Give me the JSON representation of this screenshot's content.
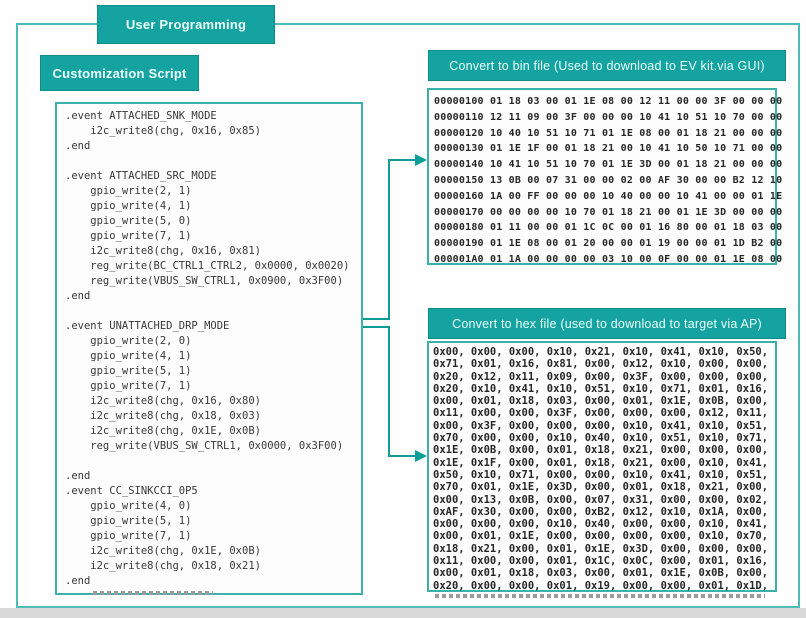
{
  "header": {
    "title": "User Programming"
  },
  "script": {
    "label": "Customization Script",
    "lines": [
      ".event ATTACHED_SNK_MODE",
      "    i2c_write8(chg, 0x16, 0x85)",
      ".end",
      "",
      ".event ATTACHED_SRC_MODE",
      "    gpio_write(2, 1)",
      "    gpio_write(4, 1)",
      "    gpio_write(5, 0)",
      "    gpio_write(7, 1)",
      "    i2c_write8(chg, 0x16, 0x81)",
      "    reg_write(BC_CTRL1_CTRL2, 0x0000, 0x0020)",
      "    reg_write(VBUS_SW_CTRL1, 0x0900, 0x3F00)",
      ".end",
      "",
      ".event UNATTACHED_DRP_MODE",
      "    gpio_write(2, 0)",
      "    gpio_write(4, 1)",
      "    gpio_write(5, 1)",
      "    gpio_write(7, 1)",
      "    i2c_write8(chg, 0x16, 0x80)",
      "    i2c_write8(chg, 0x18, 0x03)",
      "    i2c_write8(chg, 0x1E, 0x0B)",
      "    reg_write(VBUS_SW_CTRL1, 0x0000, 0x3F00)",
      "",
      ".end",
      ".event CC_SINKCCI_0P5",
      "    gpio_write(4, 0)",
      "    gpio_write(5, 1)",
      "    gpio_write(7, 1)",
      "    i2c_write8(chg, 0x1E, 0x0B)",
      "    i2c_write8(chg, 0x18, 0x21)",
      ".end"
    ]
  },
  "bin": {
    "banner": "Convert to bin file (Used to download to EV kit.via GUI)",
    "lines": [
      "00000100 01 18 03 00 01 1E 08 00 12 11 00 00 3F 00 00 00",
      "00000110 12 11 09 00 3F 00 00 00 10 41 10 51 10 70 00 00",
      "00000120 10 40 10 51 10 71 01 1E 08 00 01 18 21 00 00 00",
      "00000130 01 1E 1F 00 01 18 21 00 10 41 10 50 10 71 00 00",
      "00000140 10 41 10 51 10 70 01 1E 3D 00 01 18 21 00 00 00",
      "00000150 13 0B 00 07 31 00 00 02 00 AF 30 00 00 B2 12 10",
      "00000160 1A 00 FF 00 00 00 10 40 00 00 10 41 00 00 01 1E",
      "00000170 00 00 00 00 10 70 01 18 21 00 01 1E 3D 00 00 00",
      "00000180 01 11 00 00 01 1C 0C 00 01 16 80 00 01 18 03 00",
      "00000190 01 1E 08 00 01 20 00 00 01 19 00 00 01 1D B2 00",
      "000001A0 01 1A 00 00 00 00 03 10 00 0F 00 00 01 1E 08 00"
    ]
  },
  "hex": {
    "banner": "Convert to hex file (used to download to target via AP)",
    "lines": [
      "0x00, 0x00, 0x00, 0x10, 0x21, 0x10, 0x41, 0x10, 0x50,",
      "0x71, 0x01, 0x16, 0x81, 0x00, 0x12, 0x10, 0x00, 0x00,",
      "0x20, 0x12, 0x11, 0x09, 0x00, 0x3F, 0x00, 0x00, 0x00,",
      "0x20, 0x10, 0x41, 0x10, 0x51, 0x10, 0x71, 0x01, 0x16,",
      "0x00, 0x01, 0x18, 0x03, 0x00, 0x01, 0x1E, 0x0B, 0x00,",
      "0x11, 0x00, 0x00, 0x3F, 0x00, 0x00, 0x00, 0x12, 0x11,",
      "0x00, 0x3F, 0x00, 0x00, 0x00, 0x10, 0x41, 0x10, 0x51,",
      "0x70, 0x00, 0x00, 0x10, 0x40, 0x10, 0x51, 0x10, 0x71,",
      "0x1E, 0x0B, 0x00, 0x01, 0x18, 0x21, 0x00, 0x00, 0x00,",
      "0x1E, 0x1F, 0x00, 0x01, 0x18, 0x21, 0x00, 0x10, 0x41,",
      "0x50, 0x10, 0x71, 0x00, 0x00, 0x10, 0x41, 0x10, 0x51,",
      "0x70, 0x01, 0x1E, 0x3D, 0x00, 0x01, 0x18, 0x21, 0x00,",
      "0x00, 0x13, 0x0B, 0x00, 0x07, 0x31, 0x00, 0x00, 0x02,",
      "0xAF, 0x30, 0x00, 0x00, 0xB2, 0x12, 0x10, 0x1A, 0x00,",
      "0x00, 0x00, 0x00, 0x10, 0x40, 0x00, 0x00, 0x10, 0x41,",
      "0x00, 0x01, 0x1E, 0x00, 0x00, 0x00, 0x00, 0x10, 0x70,",
      "0x18, 0x21, 0x00, 0x01, 0x1E, 0x3D, 0x00, 0x00, 0x00,",
      "0x11, 0x00, 0x00, 0x01, 0x1C, 0x0C, 0x00, 0x01, 0x16,",
      "0x00, 0x01, 0x18, 0x03, 0x00, 0x01, 0x1E, 0x0B, 0x00,",
      "0x20, 0x00, 0x00, 0x01, 0x19, 0x00, 0x00, 0x01, 0x1D,"
    ]
  },
  "colors": {
    "teal_fill": "#14A3A0",
    "teal_box_border": "#3CB0AA",
    "outer_border": "#4FBCB6",
    "arrow": "#0E9C96",
    "code_text": "#383838",
    "dump_text": "#262626"
  }
}
